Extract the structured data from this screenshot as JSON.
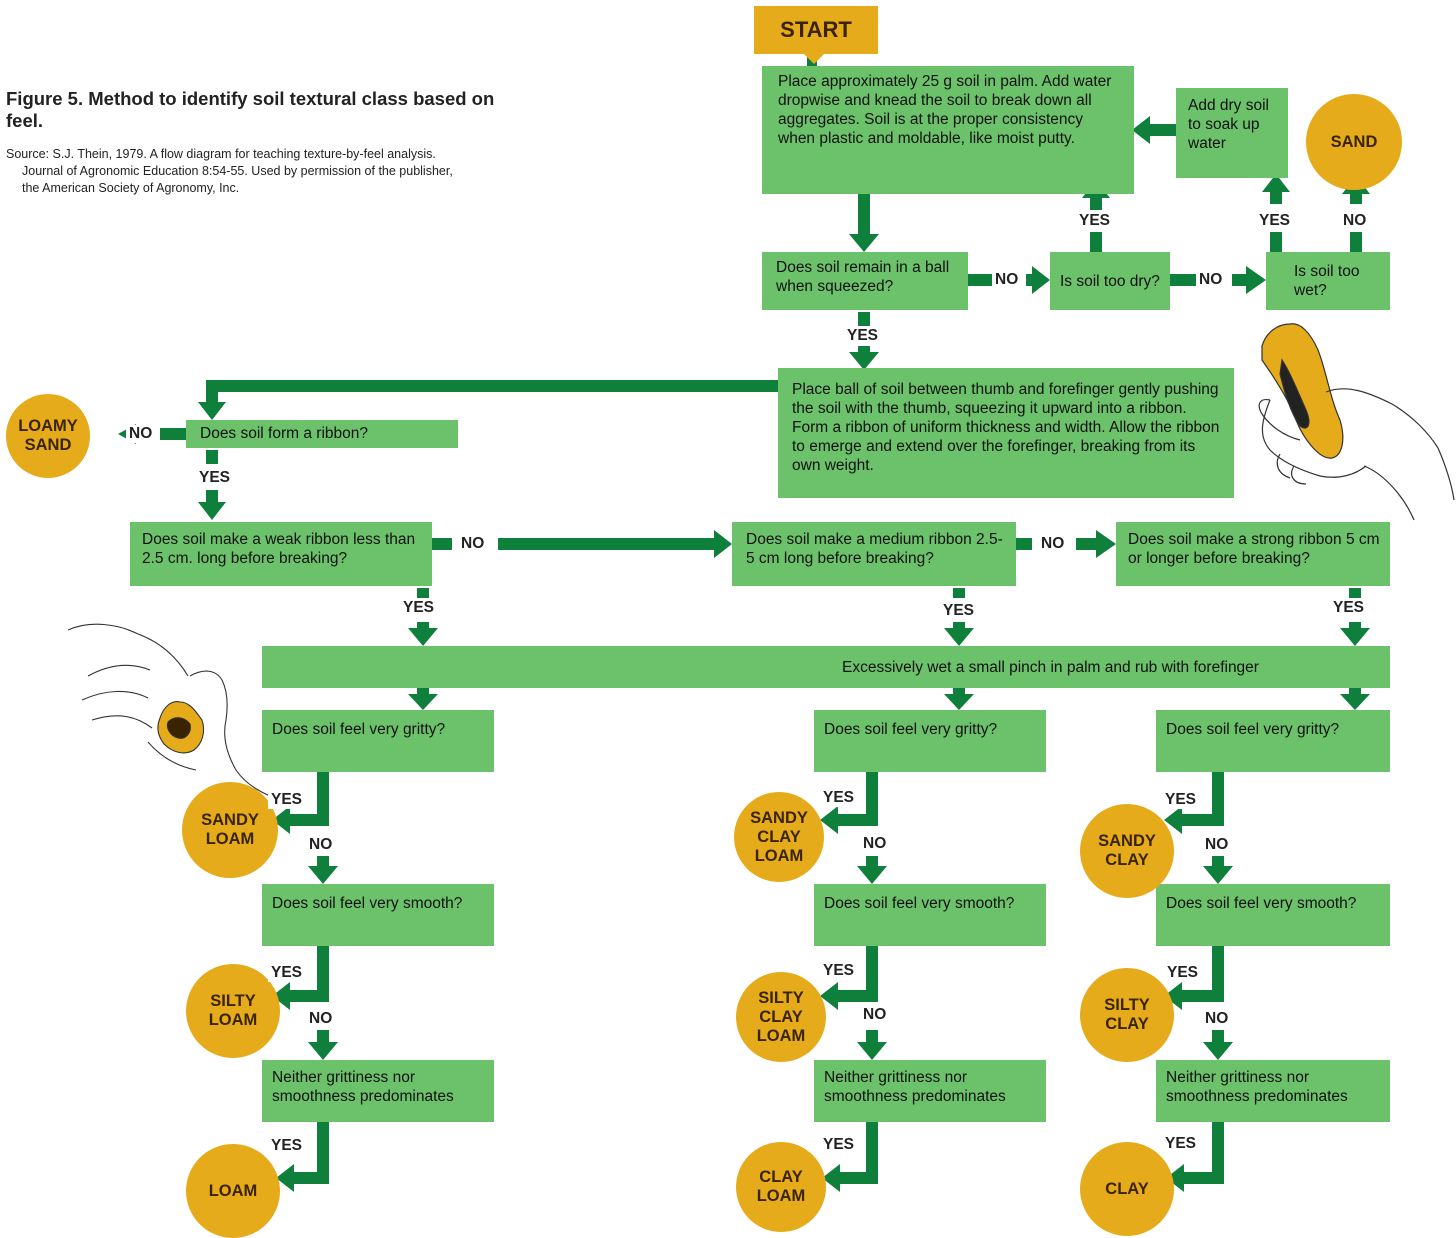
{
  "figure": {
    "title": "Figure 5. Method to identify soil textural class based on feel.",
    "source": [
      "Source: S.J. Thein, 1979.  A flow diagram for teaching texture-by-feel analysis.",
      "Journal of Agronomic Education 8:54-55. Used by permission of the publisher,",
      "the American Society of Agronomy, Inc."
    ]
  },
  "colors": {
    "box_green": "#6cc26a",
    "arrow_green": "#0f7f3c",
    "result_gold": "#e6ab1a"
  },
  "start": "START",
  "steps": {
    "place_soil": "Place approximately 25 g soil in palm. Add water dropwise and knead the soil to break down all aggregates. Soil is at the proper consistency when plastic and moldable, like moist putty.",
    "add_dry_soil": "Add dry soil to soak up water",
    "remain_ball": "Does soil remain in a ball when squeezed?",
    "too_dry": "Is soil too dry?",
    "too_wet": "Is soil too wet?",
    "ribbon_instructions": "Place ball of soil between thumb and forefinger gently pushing the soil with the thumb, squeezing it upward into a ribbon. Form a ribbon of uniform thickness and width. Allow the ribbon to emerge and extend over the forefinger, breaking from its own weight.",
    "form_ribbon": "Does soil form a ribbon?",
    "weak_ribbon": "Does soil make a weak ribbon less than 2.5 cm. long before breaking?",
    "medium_ribbon": "Does soil make a medium ribbon 2.5-5 cm long before breaking?",
    "strong_ribbon": "Does soil make a strong ribbon 5 cm or longer before breaking?",
    "wet_pinch": "Excessively wet a small pinch in palm and rub with forefinger",
    "gritty": "Does soil feel very gritty?",
    "smooth": "Does soil feel very smooth?",
    "neither": "Neither grittiness nor smoothness predominates"
  },
  "results": {
    "sand": "SAND",
    "loamy_sand": [
      "LOAMY",
      "SAND"
    ],
    "sandy_loam": [
      "SANDY",
      "LOAM"
    ],
    "silty_loam": [
      "SILTY",
      "LOAM"
    ],
    "loam": [
      "LOAM"
    ],
    "sandy_clay_loam": [
      "SANDY",
      "CLAY",
      "LOAM"
    ],
    "silty_clay_loam": [
      "SILTY",
      "CLAY",
      "LOAM"
    ],
    "clay_loam": [
      "CLAY",
      "LOAM"
    ],
    "sandy_clay": [
      "SANDY",
      "CLAY"
    ],
    "silty_clay": [
      "SILTY",
      "CLAY"
    ],
    "clay": [
      "CLAY"
    ]
  },
  "labels": {
    "yes": "YES",
    "no": "NO"
  }
}
